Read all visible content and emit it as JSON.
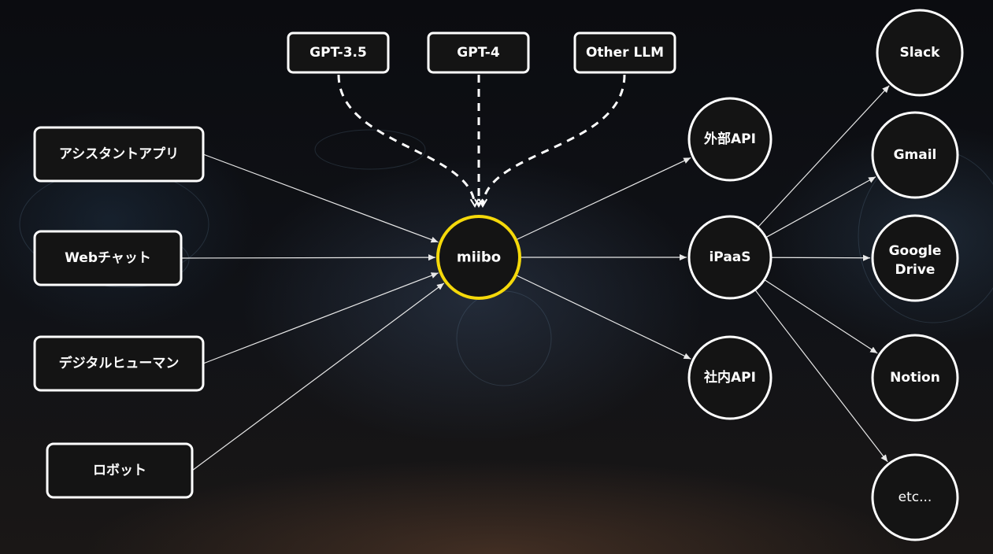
{
  "llms": [
    "GPT-3.5",
    "GPT-4",
    "Other LLM"
  ],
  "inputs": [
    "アシスタントアプリ",
    "Webチャット",
    "デジタルヒューマン",
    "ロボット"
  ],
  "hub": "miibo",
  "integrations": [
    "外部API",
    "iPaaS",
    "社内API"
  ],
  "services": [
    "Slack",
    "Gmail",
    "Google Drive",
    "Notion",
    "etc..."
  ],
  "colors": {
    "hub_border": "#f5d90a",
    "node_fill": "#141414",
    "border": "#ffffff",
    "line": "#e8e8e8"
  }
}
